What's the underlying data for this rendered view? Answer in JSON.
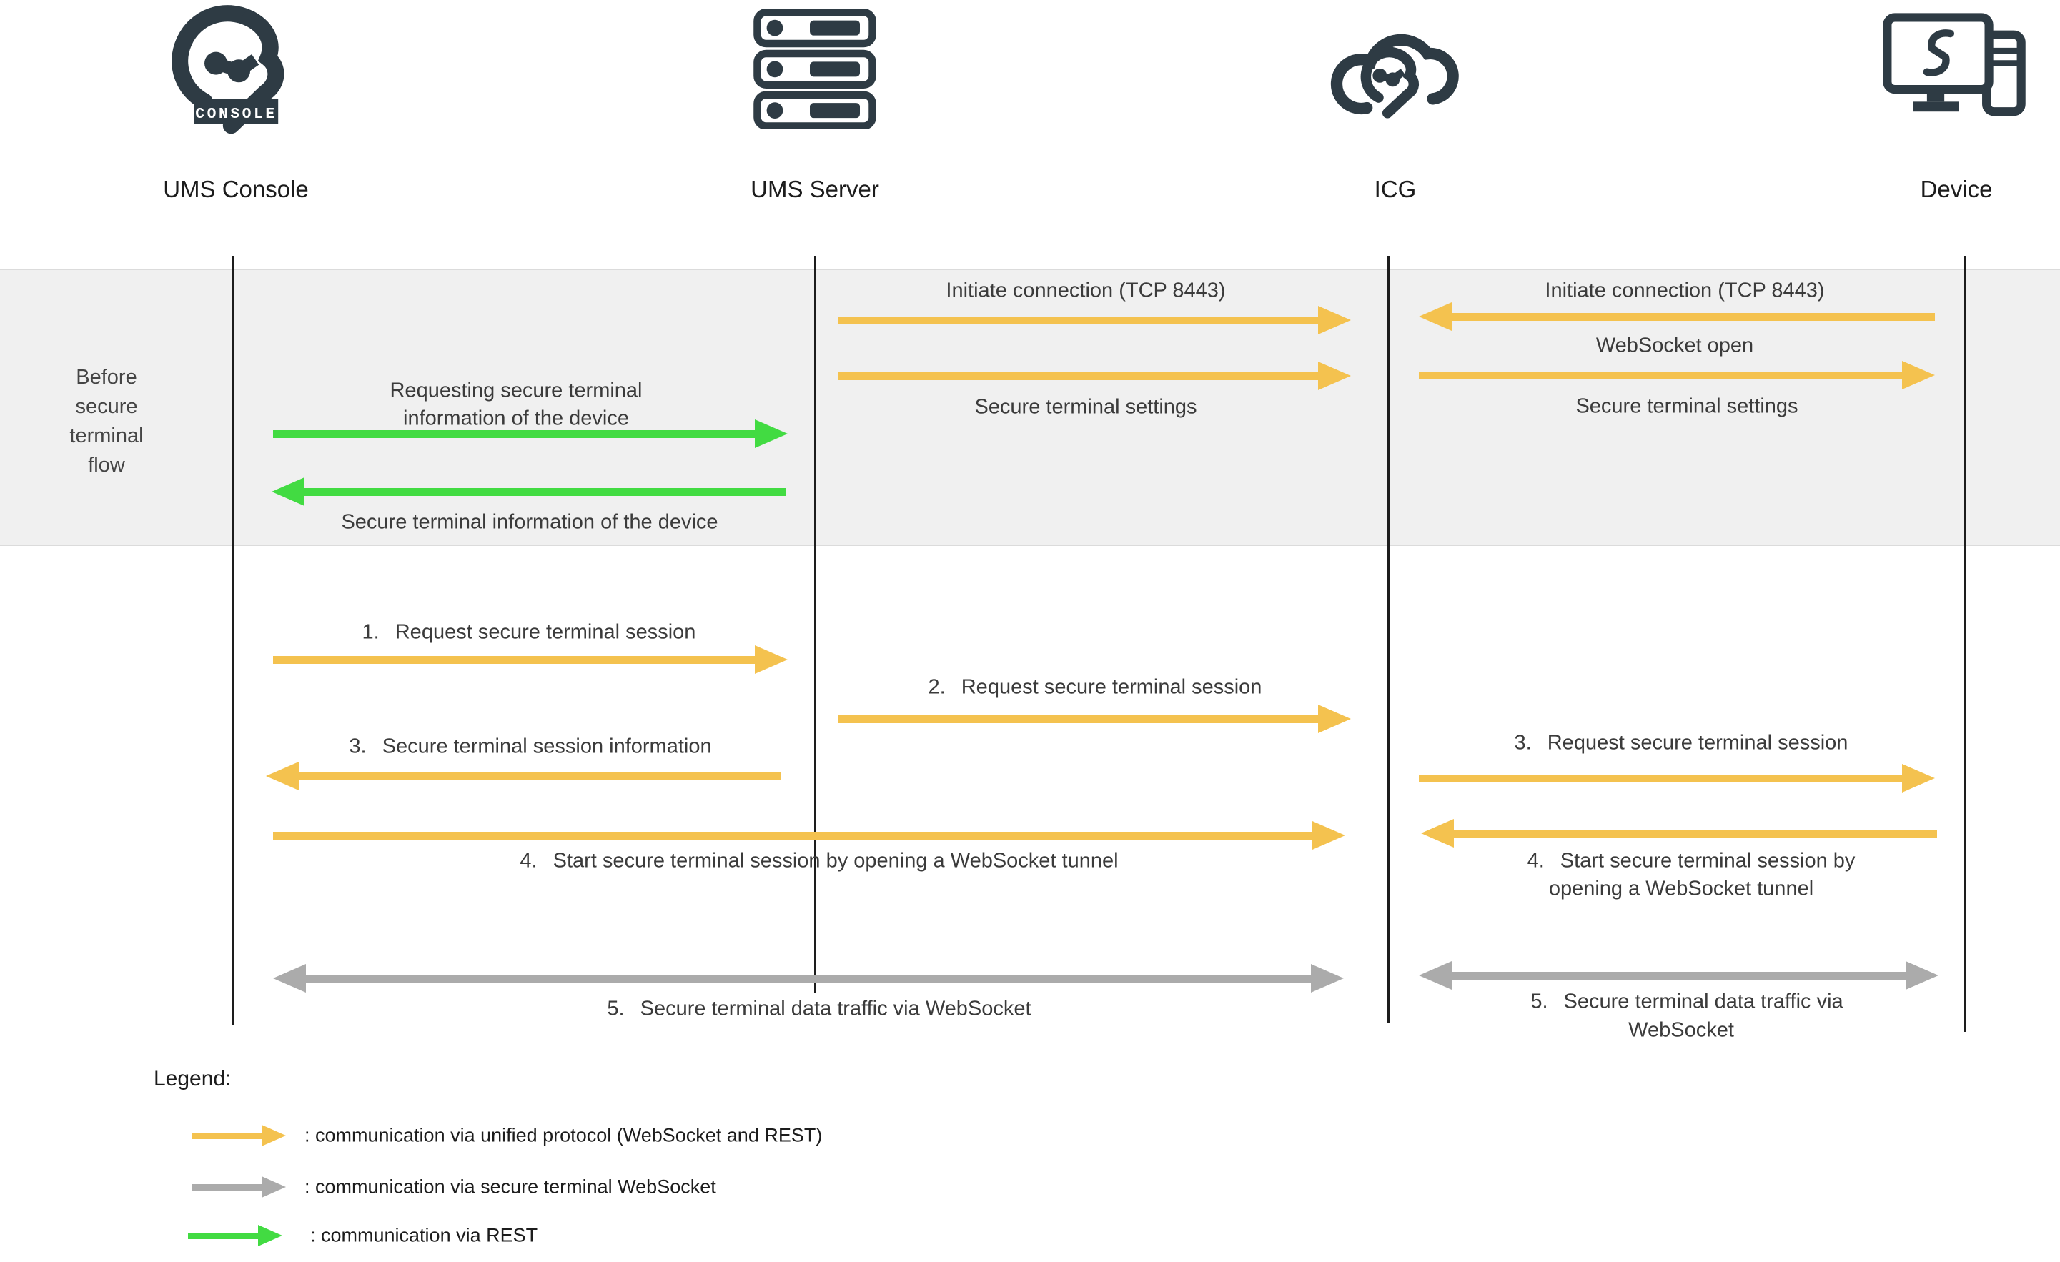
{
  "entities": [
    {
      "label": "UMS Console",
      "icon": "ums-console-logo-icon"
    },
    {
      "label": "UMS Server",
      "icon": "server-stack-icon"
    },
    {
      "label": "ICG",
      "icon": "icg-cloud-icon"
    },
    {
      "label": "Device",
      "icon": "device-workstation-icon"
    }
  ],
  "console_logo_banner": "CONSOLE",
  "phase_band": {
    "label_lines": [
      "Before",
      "secure",
      "terminal",
      "flow"
    ]
  },
  "pre_flow": {
    "request_info_line1": "Requesting secure terminal",
    "request_info_line2": "information of the device",
    "info_response": "Secure terminal information of the device",
    "initiate_connection_server": "Initiate connection (TCP 8443)",
    "settings_server": "Secure terminal settings",
    "initiate_connection_device": "Initiate connection (TCP 8443)",
    "websocket_open": "WebSocket open",
    "settings_device": "Secure terminal settings"
  },
  "steps": {
    "s1": {
      "num": "1.",
      "text": "Request secure terminal session"
    },
    "s2": {
      "num": "2.",
      "text": "Request secure terminal session"
    },
    "s3_left": {
      "num": "3.",
      "text": "Secure terminal session information"
    },
    "s3_right": {
      "num": "3.",
      "text": "Request secure terminal session"
    },
    "s4_left": {
      "num": "4.",
      "text": "Start secure terminal session by opening a WebSocket tunnel"
    },
    "s4_right": {
      "num": "4.",
      "line1": "Start secure terminal session by",
      "line2": "opening a WebSocket tunnel"
    },
    "s5_left": {
      "num": "5.",
      "text": "Secure terminal data traffic via WebSocket"
    },
    "s5_right": {
      "num": "5.",
      "line1": "Secure terminal data traffic via",
      "line2": "WebSocket"
    }
  },
  "legend": {
    "title": "Legend:",
    "items": [
      {
        "label": ": communication via unified protocol (WebSocket and REST)",
        "arrow_color": "#F4C24F"
      },
      {
        "label": ": communication via secure terminal WebSocket",
        "arrow_color": "#ABABAB"
      },
      {
        "label": ": communication via REST",
        "arrow_color": "#42DB42"
      }
    ]
  },
  "colors": {
    "unified_protocol": "#F4C24F",
    "secure_terminal_websocket": "#ABABAB",
    "rest": "#42DB42",
    "entity_dark": "#2E3B44",
    "band_background": "#F0F0F0",
    "text": "#3B3B3B"
  }
}
